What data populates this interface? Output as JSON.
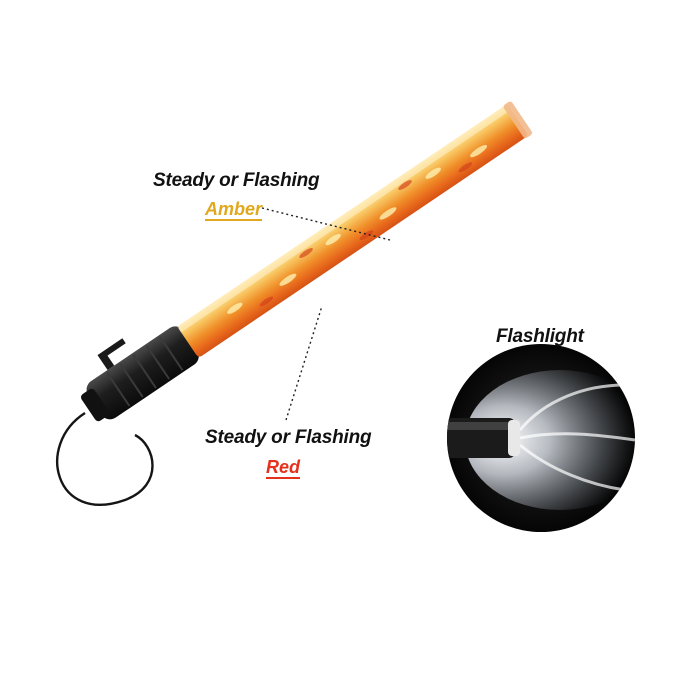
{
  "labels": {
    "amber_mode": "Steady or Flashing",
    "amber_color": "Amber",
    "red_mode": "Steady or Flashing",
    "red_color": "Red",
    "flashlight": "Flashlight"
  },
  "colors": {
    "amber": "#e0a81e",
    "red": "#e5311b",
    "text": "#111111",
    "baton_glow": "#f39a2a",
    "handle": "#1a1a1a"
  },
  "icons": {
    "product": "traffic-baton-icon",
    "inset": "flashlight-beam-icon"
  }
}
